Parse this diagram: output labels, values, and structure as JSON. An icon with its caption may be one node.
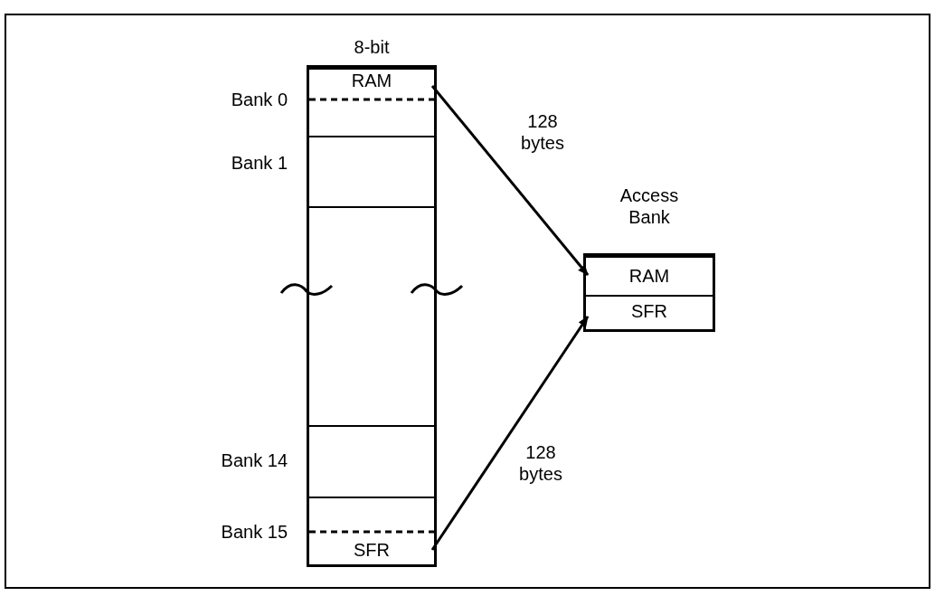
{
  "diagram": {
    "nodes": [
      {
        "text": [
          "8-bit"
        ]
      },
      {
        "text": [
          "RAM"
        ],
        "in": 0
      },
      {
        "text": [],
        "shape": "box",
        "in": 0
      },
      {
        "text": [],
        "shape": "box",
        "in": 0
      },
      {
        "text": [],
        "shape": "box",
        "in": 0
      },
      {
        "text": [
          "SFR"
        ],
        "in": 0
      },
      {
        "text": [
          "Access Bank"
        ]
      },
      {
        "text": [
          "RAM"
        ],
        "in": 6
      },
      {
        "text": [
          "SFR"
        ],
        "in": 6
      }
    ],
    "edges": [
      {
        "from": 1,
        "to": 7,
        "arrow": "to",
        "label": "128 bytes"
      },
      {
        "from": 5,
        "to": 8,
        "arrow": "to",
        "label": "128 bytes"
      }
    ],
    "labels": [
      "Bank 0",
      "Bank 1",
      "Bank 14",
      "Bank 15"
    ]
  }
}
